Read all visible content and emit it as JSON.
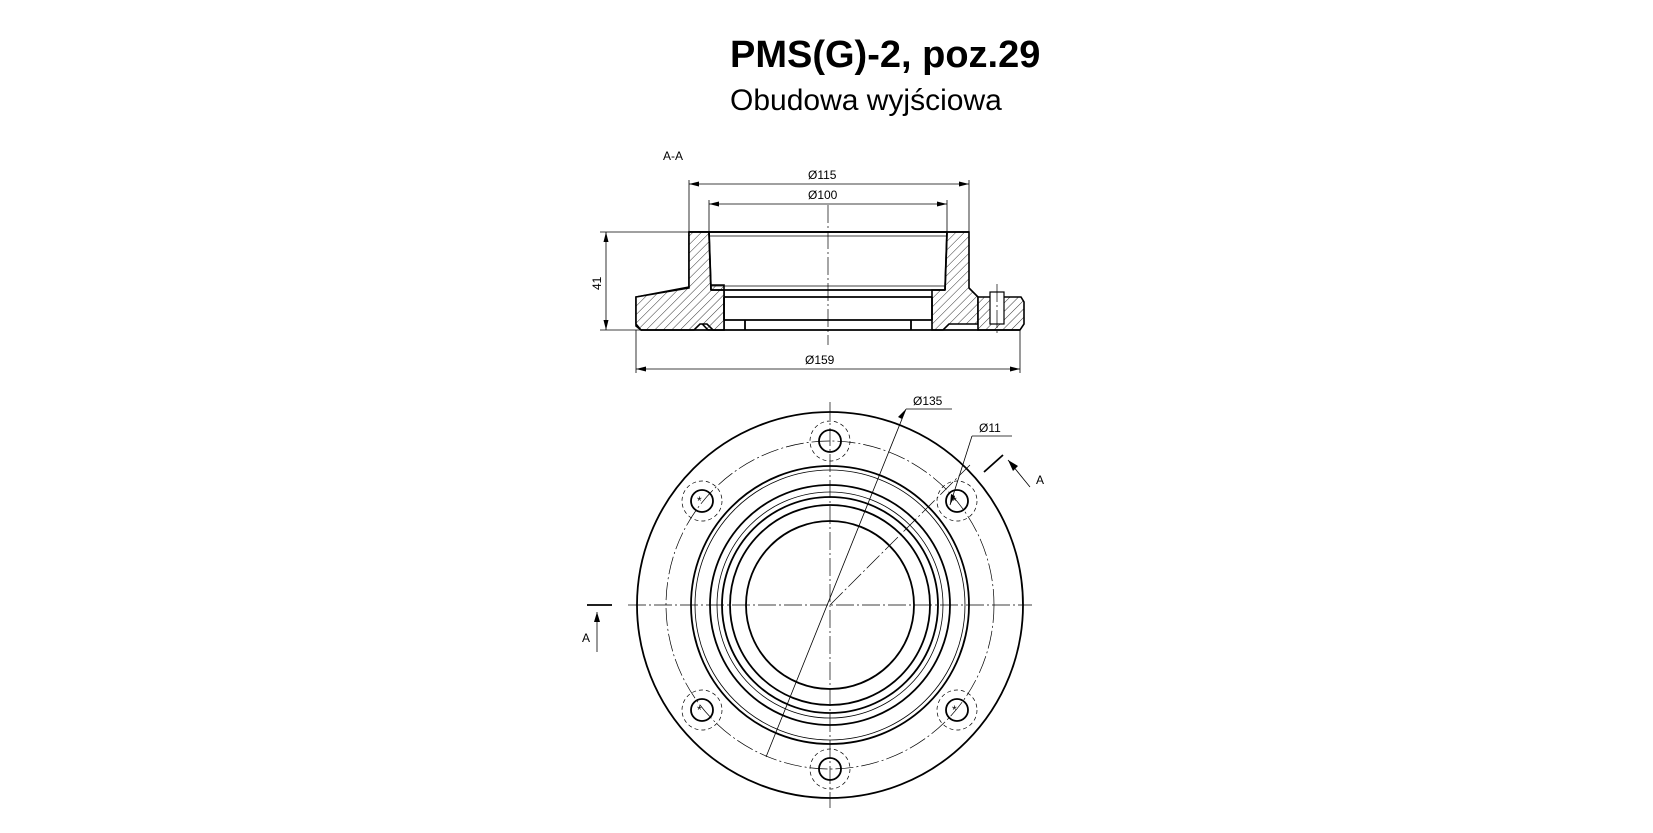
{
  "header": {
    "title": "PMS(G)-2, poz.29",
    "subtitle": "Obudowa wyjściowa"
  },
  "section_view": {
    "label": "A-A",
    "dims": {
      "outer_top_diameter": "Ø115",
      "inner_top_diameter": "Ø100",
      "height": "41",
      "flange_diameter": "Ø159"
    }
  },
  "plan_view": {
    "dims": {
      "bolt_circle_diameter": "Ø135",
      "hole_diameter": "Ø11"
    },
    "cut_labels": {
      "cut_right": "A",
      "cut_left": "A"
    }
  },
  "colors": {
    "line": "#000000",
    "background": "#ffffff"
  }
}
